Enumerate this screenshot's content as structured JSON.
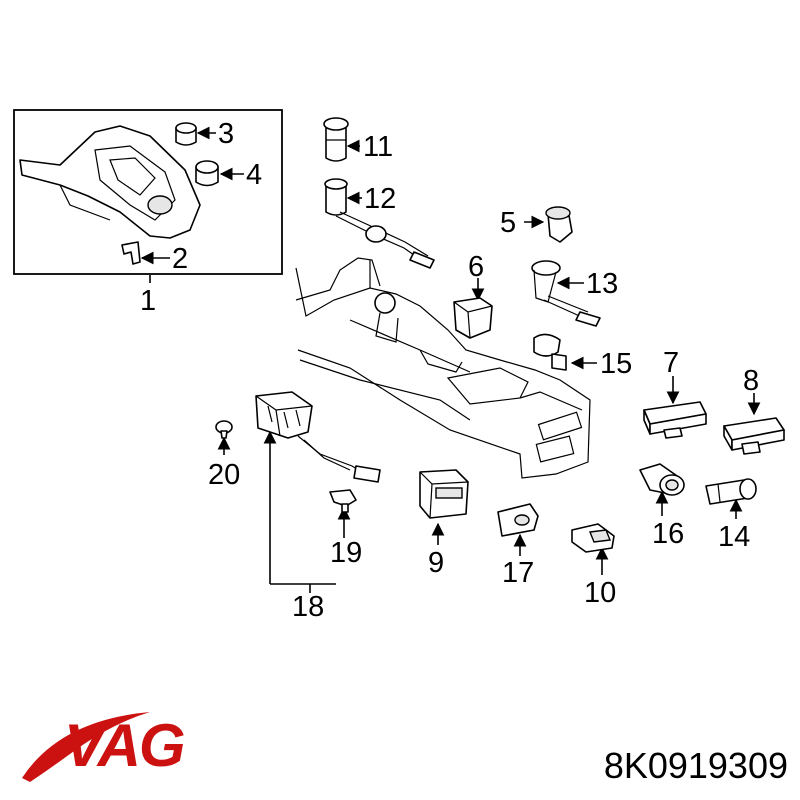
{
  "brand": {
    "logo_text": "VAG",
    "color": "#cc1111"
  },
  "part_number": "8K0919309",
  "callouts": [
    "1",
    "2",
    "3",
    "4",
    "5",
    "6",
    "7",
    "8",
    "9",
    "10",
    "11",
    "12",
    "13",
    "14",
    "15",
    "16",
    "17",
    "18",
    "19",
    "20"
  ],
  "colors": {
    "line": "#000000",
    "background": "#ffffff"
  }
}
